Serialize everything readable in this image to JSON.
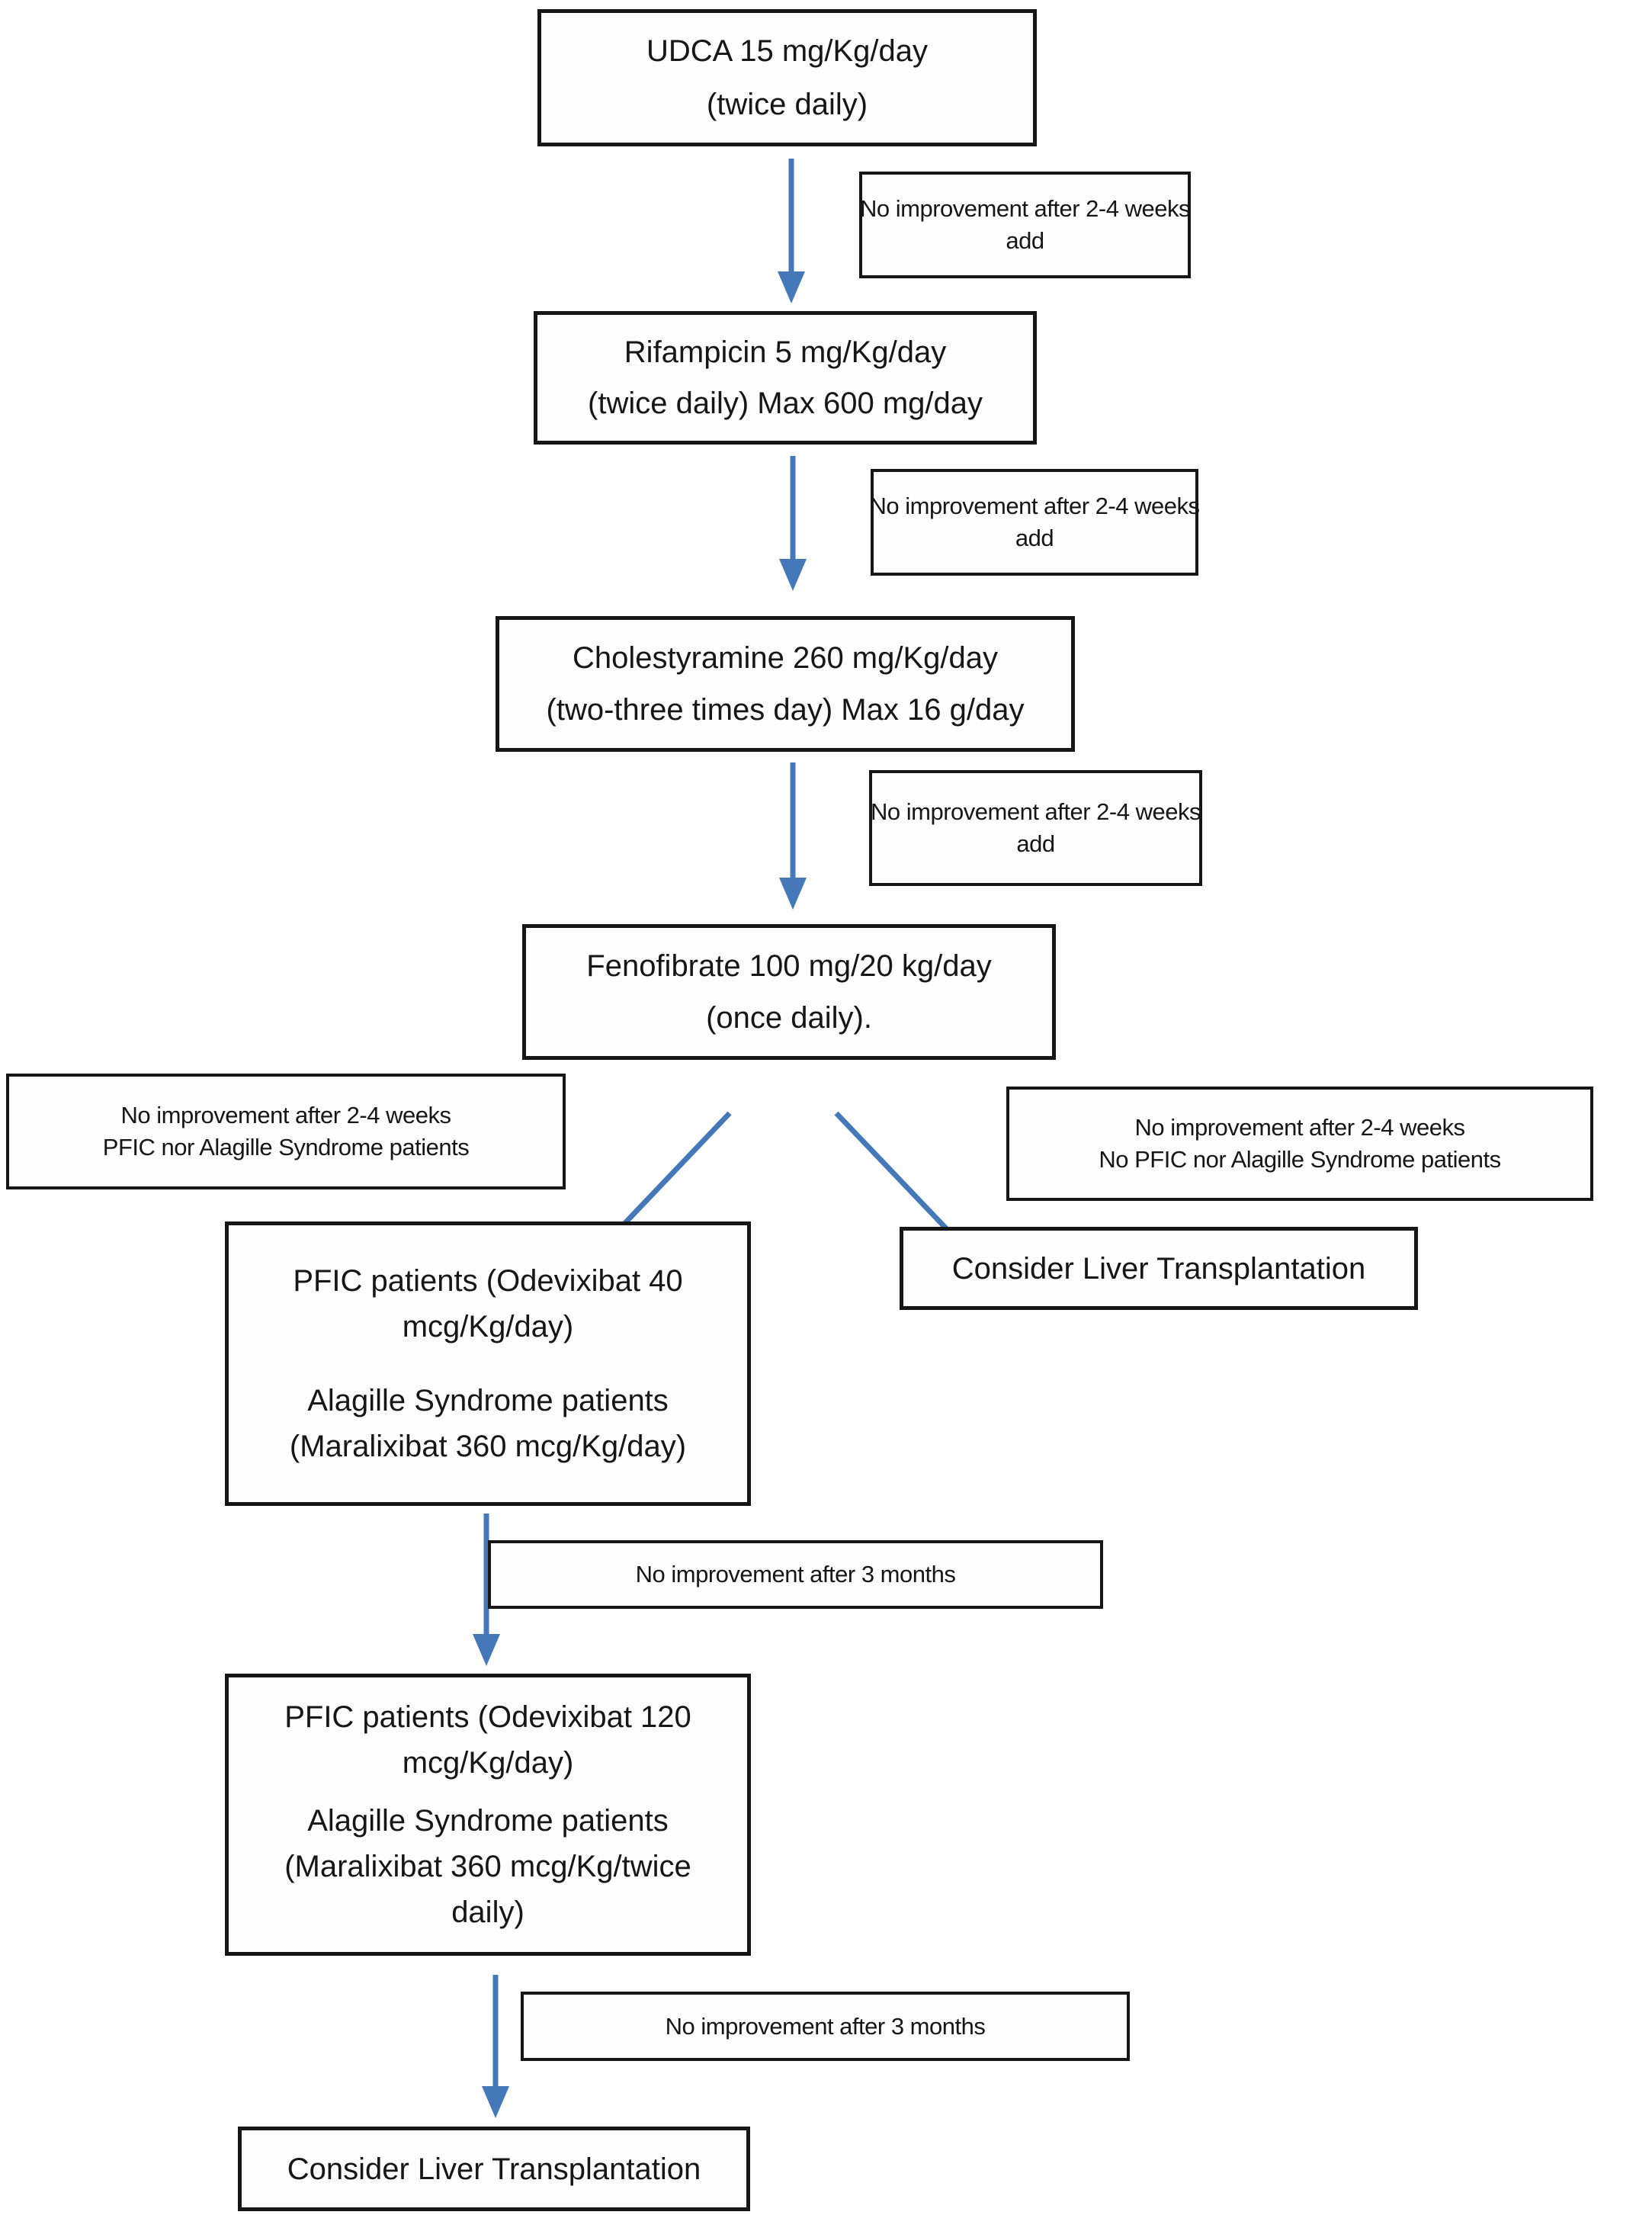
{
  "page": {
    "background": "#ffffff"
  },
  "colors": {
    "arrow": "#4478b8",
    "box_border": "#161616",
    "text": "#161616"
  },
  "nodes": {
    "udca": {
      "line1": "UDCA 15 mg/Kg/day",
      "line2": "(twice daily)"
    },
    "rifampicin": {
      "line1": "Rifampicin 5 mg/Kg/day",
      "line2": "(twice daily) Max 600 mg/day"
    },
    "cholestyramine": {
      "line1": "Cholestyramine 260 mg/Kg/day",
      "line2": "(two-three times day) Max 16 g/day"
    },
    "fenofibrate": {
      "line1": "Fenofibrate 100 mg/20 kg/day",
      "line2": "(once daily)."
    },
    "pfic_step1": {
      "line1": "PFIC patients (Odevixibat 40",
      "line2": "mcg/Kg/day)",
      "line3": "Alagille Syndrome patients",
      "line4": "(Maralixibat 360 mcg/Kg/day)"
    },
    "transplant_right": {
      "line1": "Consider Liver Transplantation"
    },
    "pfic_step2": {
      "line1": "PFIC patients (Odevixibat 120",
      "line2": "mcg/Kg/day)",
      "line3": "Alagille Syndrome patients",
      "line4": "(Maralixibat 360 mcg/Kg/twice",
      "line5": "daily)"
    },
    "transplant_bottom": {
      "line1": "Consider Liver Transplantation"
    }
  },
  "labels": {
    "after_udca": {
      "line1": "No improvement after 2-4 weeks",
      "line2": "add"
    },
    "after_rifampicin": {
      "line1": "No improvement after 2-4 weeks",
      "line2": "add"
    },
    "after_cholestyramine": {
      "line1": "No improvement after 2-4 weeks",
      "line2": "add"
    },
    "branch_left": {
      "line1": "No improvement after 2-4 weeks",
      "line2": "PFIC nor Alagille Syndrome patients"
    },
    "branch_right": {
      "line1": "No improvement after 2-4 weeks",
      "line2": "No PFIC nor Alagille Syndrome patients"
    },
    "after_pfic_step1": {
      "line1": "No improvement after 3 months"
    },
    "after_pfic_step2": {
      "line1": "No improvement after 3 months"
    }
  }
}
